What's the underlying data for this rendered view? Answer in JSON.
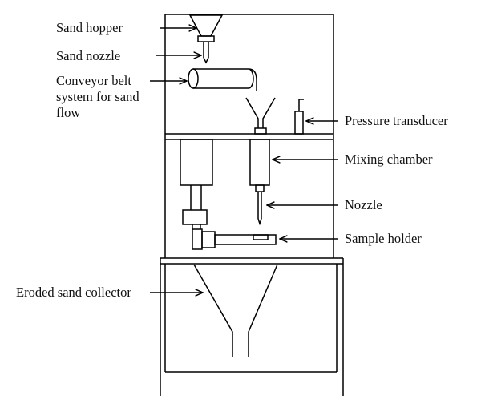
{
  "labels": {
    "sand_hopper": "Sand hopper",
    "sand_nozzle": "Sand nozzle",
    "conveyor_line1": "Conveyor belt",
    "conveyor_line2": "system for sand",
    "conveyor_line3": "flow",
    "pressure_transducer": "Pressure transducer",
    "mixing_chamber": "Mixing chamber",
    "nozzle": "Nozzle",
    "sample_holder": "Sample holder",
    "eroded_sand_collector": "Eroded sand collector"
  },
  "colors": {
    "line": "#000000",
    "background": "#ffffff"
  }
}
